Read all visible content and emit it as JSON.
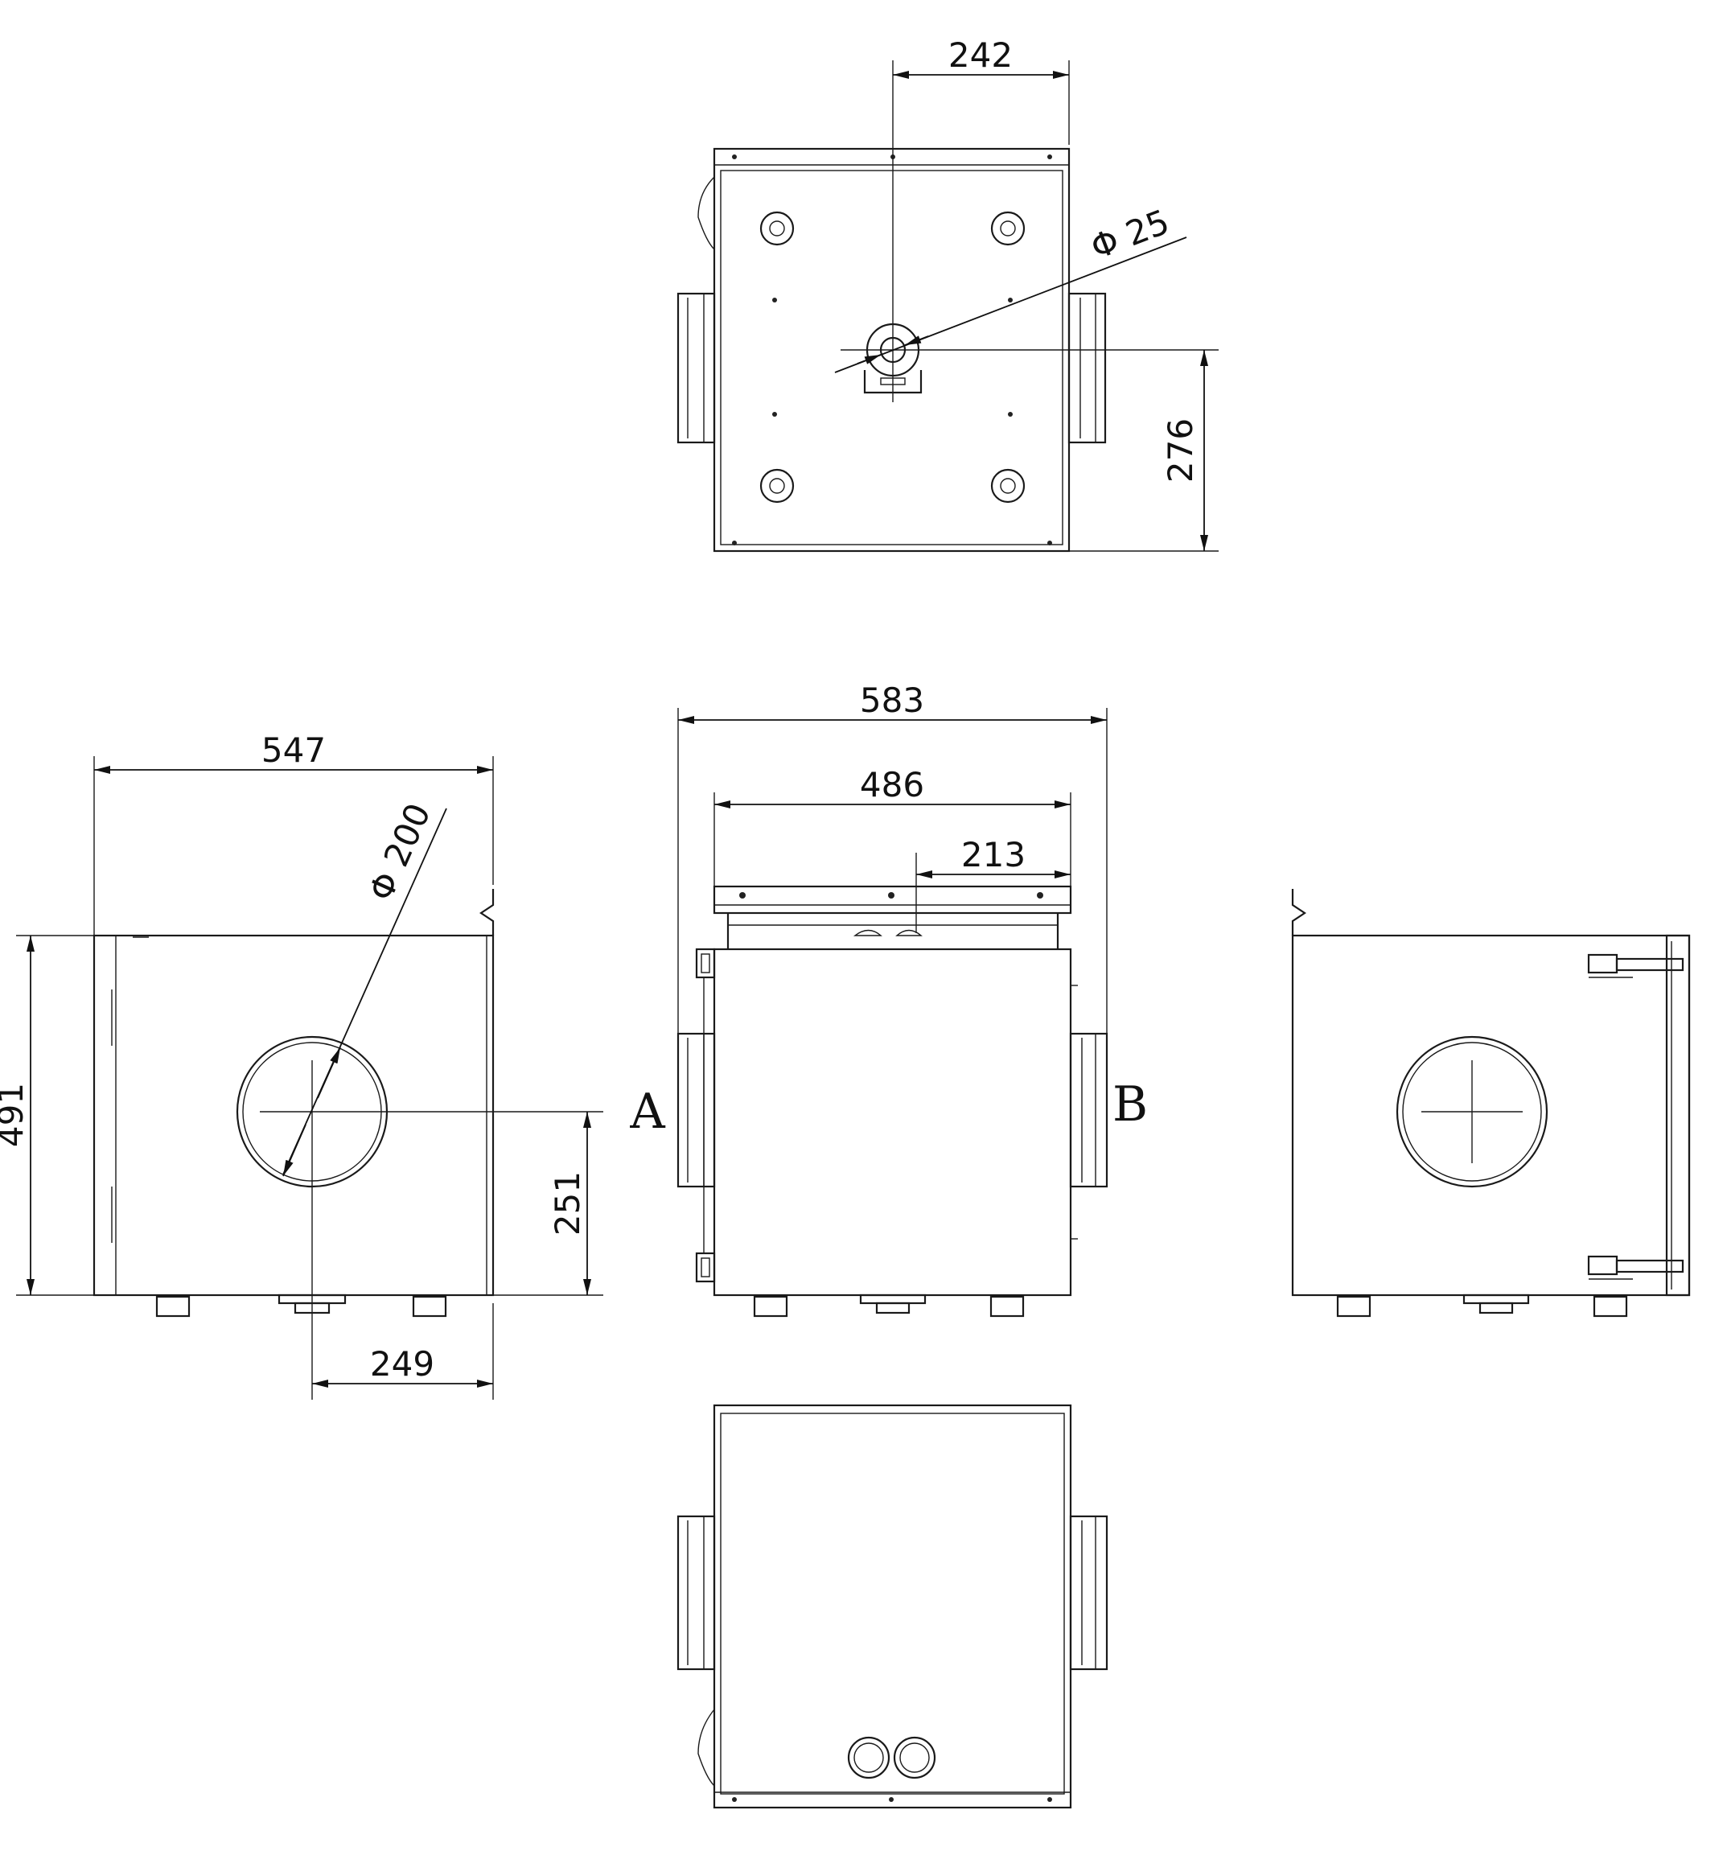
{
  "dimensions": {
    "top_offset": "242",
    "pipe_diameter": "Φ 25",
    "top_height": "276",
    "overall_width": "583",
    "body_width": "486",
    "inlet_offset": "213",
    "side_depth": "547",
    "duct_diameter": "Φ 200",
    "height": "491",
    "duct_center_height": "251",
    "duct_center_offset": "249"
  },
  "labels": {
    "port_a": "A",
    "port_b": "B"
  },
  "views": [
    "top-view",
    "side-view-left",
    "front-view",
    "side-view-right",
    "bottom-view"
  ]
}
